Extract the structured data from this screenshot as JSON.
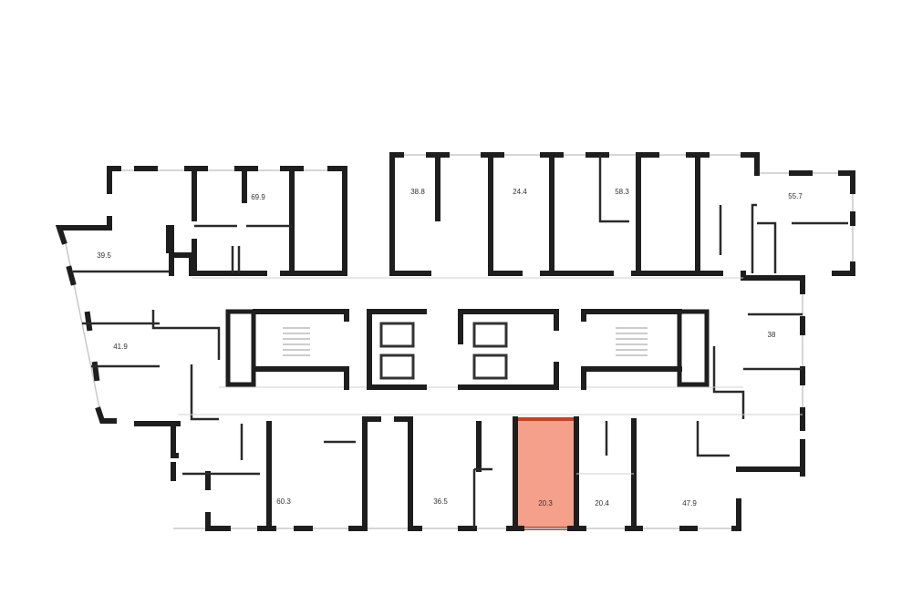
{
  "plan": {
    "highlight_color": "#f4a08a",
    "highlight_border": "#c0442a",
    "wall_color": "#1e1e1e",
    "selected_unit": "20.3",
    "units": [
      {
        "id": "u1",
        "area": "69.9"
      },
      {
        "id": "u2",
        "area": "39.5"
      },
      {
        "id": "u3",
        "area": "38.8"
      },
      {
        "id": "u4",
        "area": "24.4"
      },
      {
        "id": "u5",
        "area": "58.3"
      },
      {
        "id": "u6",
        "area": "55.7"
      },
      {
        "id": "u7",
        "area": "41.9"
      },
      {
        "id": "u8",
        "area": "38"
      },
      {
        "id": "u9",
        "area": "60.3"
      },
      {
        "id": "u10",
        "area": "36.5"
      },
      {
        "id": "u11",
        "area": "20.3"
      },
      {
        "id": "u12",
        "area": "20.4"
      },
      {
        "id": "u13",
        "area": "47.9"
      }
    ]
  }
}
